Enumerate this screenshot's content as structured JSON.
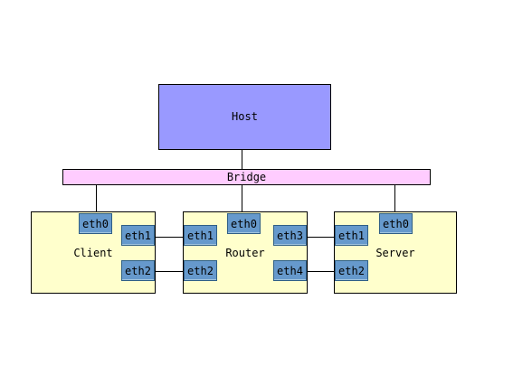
{
  "diagram": {
    "host": {
      "label": "Host"
    },
    "bridge": {
      "label": "Bridge"
    },
    "nodes": {
      "client": {
        "label": "Client",
        "interfaces": {
          "eth0": "eth0",
          "eth1": "eth1",
          "eth2": "eth2"
        }
      },
      "router": {
        "label": "Router",
        "interfaces": {
          "eth0": "eth0",
          "eth1": "eth1",
          "eth2": "eth2",
          "eth3": "eth3",
          "eth4": "eth4"
        }
      },
      "server": {
        "label": "Server",
        "interfaces": {
          "eth0": "eth0",
          "eth1": "eth1",
          "eth2": "eth2"
        }
      }
    }
  },
  "colors": {
    "host_fill": "#9999ff",
    "bridge_fill": "#ffccff",
    "node_fill": "#ffffcc",
    "interface_fill": "#6699cc",
    "line": "#000000"
  }
}
